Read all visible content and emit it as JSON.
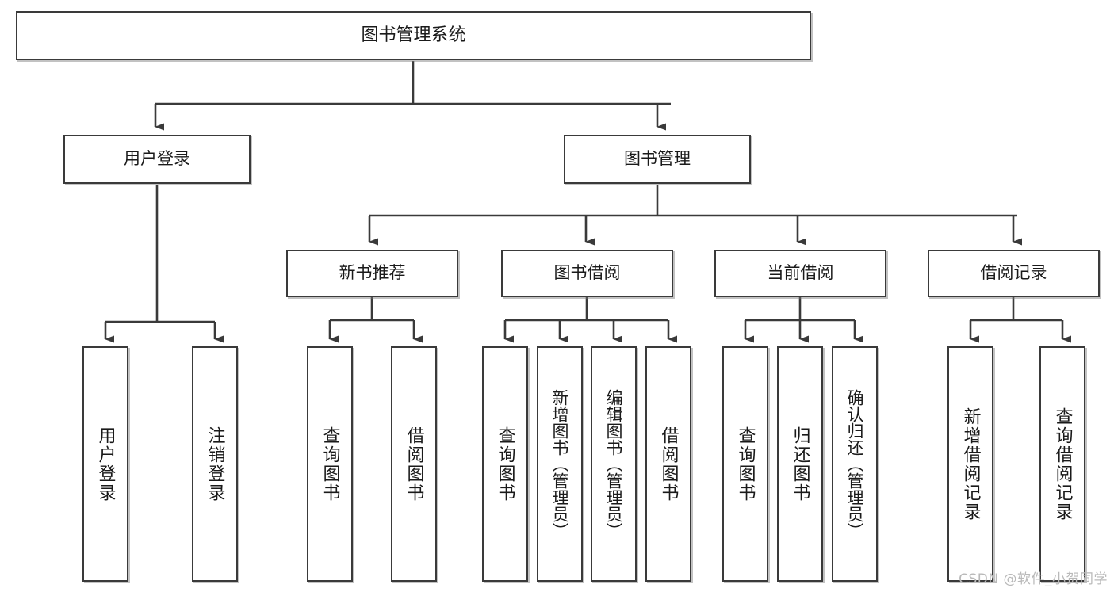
{
  "diagram": {
    "title": "图书管理系统",
    "type": "tree",
    "watermark": "CSDN @软件_小贺同学",
    "colors": {
      "box_border": "#3a3a3a",
      "box_fill": "#ffffff",
      "link": "#3a3a3a",
      "text": "#1a1a1a",
      "watermark": "#b9b9b9",
      "background": "#ffffff"
    },
    "nodes": {
      "root": {
        "label": "图书管理系统"
      },
      "level2": [
        {
          "id": "user-login",
          "label": "用户登录"
        },
        {
          "id": "book-manage",
          "label": "图书管理"
        }
      ],
      "level3": [
        {
          "id": "new-book-recommend",
          "label": "新书推荐"
        },
        {
          "id": "book-borrow",
          "label": "图书借阅"
        },
        {
          "id": "current-borrow",
          "label": "当前借阅"
        },
        {
          "id": "borrow-record",
          "label": "借阅记录"
        }
      ],
      "leaves": [
        {
          "id": "leaf-user-login",
          "label": "用户登录",
          "parent": "user-login"
        },
        {
          "id": "leaf-logout",
          "label": "注销登录",
          "parent": "user-login"
        },
        {
          "id": "leaf-query-book-1",
          "label": "查询图书",
          "parent": "new-book-recommend"
        },
        {
          "id": "leaf-borrow-book-1",
          "label": "借阅图书",
          "parent": "new-book-recommend"
        },
        {
          "id": "leaf-query-book-2",
          "label": "查询图书",
          "parent": "book-borrow"
        },
        {
          "id": "leaf-add-book",
          "label": "新增图书（管理员）",
          "parent": "book-borrow"
        },
        {
          "id": "leaf-edit-book",
          "label": "编辑图书（管理员）",
          "parent": "book-borrow"
        },
        {
          "id": "leaf-borrow-book-2",
          "label": "借阅图书",
          "parent": "book-borrow"
        },
        {
          "id": "leaf-query-book-3",
          "label": "查询图书",
          "parent": "current-borrow"
        },
        {
          "id": "leaf-return-book",
          "label": "归还图书",
          "parent": "current-borrow"
        },
        {
          "id": "leaf-confirm-return",
          "label": "确认归还（管理员）",
          "parent": "current-borrow"
        },
        {
          "id": "leaf-add-record",
          "label": "新增借阅记录",
          "parent": "borrow-record"
        },
        {
          "id": "leaf-query-record",
          "label": "查询借阅记录",
          "parent": "borrow-record"
        }
      ]
    }
  }
}
